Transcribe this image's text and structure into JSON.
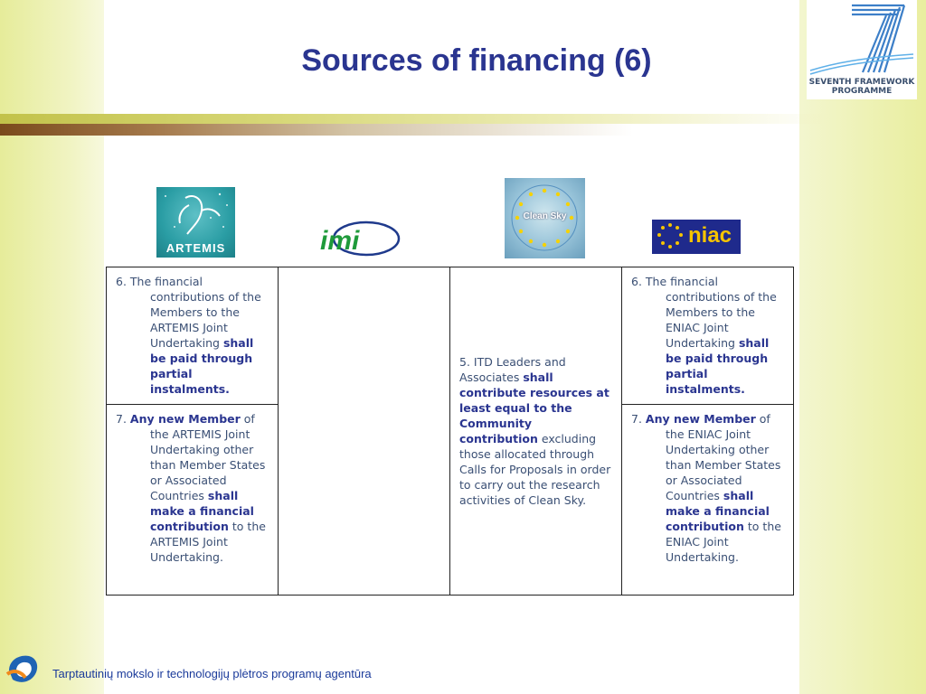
{
  "slide": {
    "title": "Sources of financing (6)",
    "footer_text": "Tarptautinių mokslo ir technologijų plėtros programų agentūra"
  },
  "logos": {
    "fp7_line1": "SEVENTH FRAMEWORK",
    "fp7_line2": "PROGRAMME",
    "artemis": "ARTEMIS",
    "imi": "imi",
    "cleansky": "Clean Sky",
    "niac": "niac"
  },
  "table": {
    "artemis_r1_a": "6. The financial contributions of the Members to the ARTEMIS Joint Undertaking ",
    "artemis_r1_b": "shall be paid through partial instalments.",
    "artemis_r2_a": "7. ",
    "artemis_r2_b": "Any new Member",
    "artemis_r2_c": " of the ARTEMIS Joint Undertaking other than Member States or Associated Countries ",
    "artemis_r2_d": "shall make a financial contribution",
    "artemis_r2_e": " to the ARTEMIS Joint Undertaking.",
    "imi_text": "",
    "cleansky_a": "5. ITD Leaders and Associates ",
    "cleansky_b": "shall contribute resources at least equal to the Community contribution",
    "cleansky_c": " excluding those allocated through Calls for Proposals in order to carry out the research activities of Clean Sky.",
    "eniac_r1_a": "6. The financial contributions of the Members to the ENIAC Joint Undertaking ",
    "eniac_r1_b": "shall be paid through partial instalments.",
    "eniac_r2_a": "7. ",
    "eniac_r2_b": "Any new Member",
    "eniac_r2_c": " of the ENIAC Joint Undertaking other than Member States or Associated Countries ",
    "eniac_r2_d": "shall make a financial contribution",
    "eniac_r2_e": " to the ENIAC Joint Undertaking."
  },
  "colors": {
    "title": "#2a3590",
    "body_text": "#3a4f74",
    "footer_text": "#1a3a9a"
  }
}
